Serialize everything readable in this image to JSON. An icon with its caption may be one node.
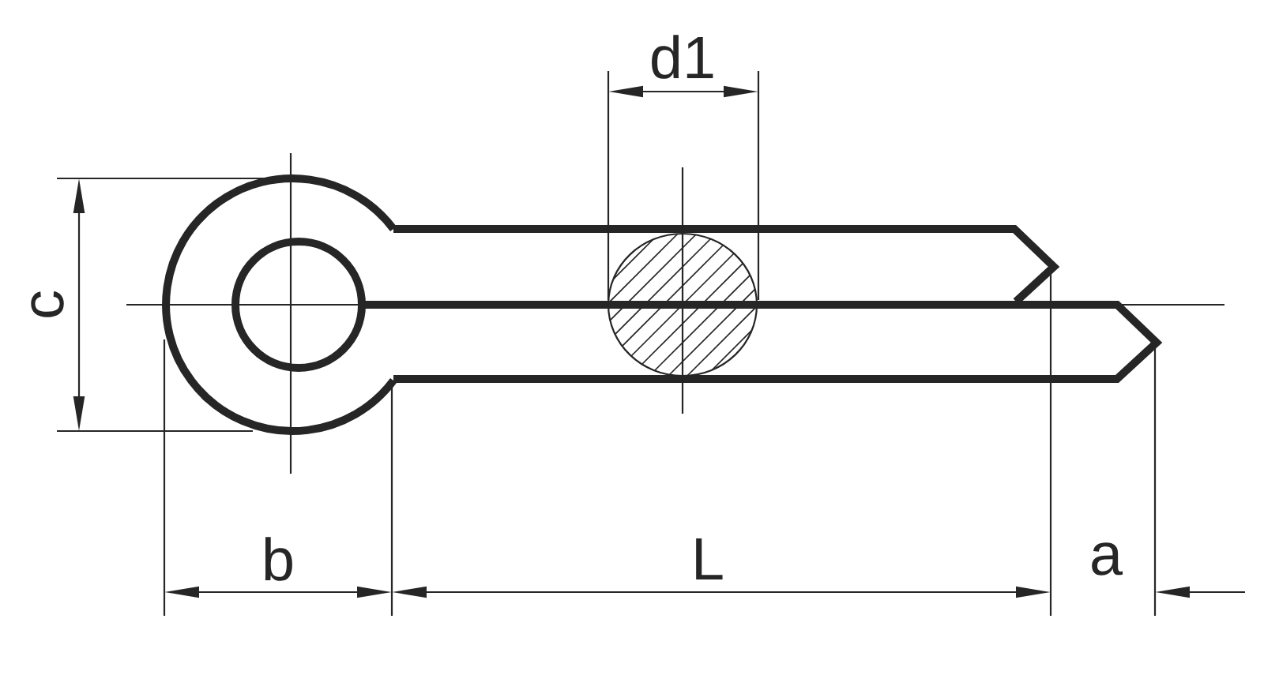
{
  "diagram": {
    "labels": [
      "d1",
      "c",
      "b",
      "L",
      "a"
    ]
  }
}
